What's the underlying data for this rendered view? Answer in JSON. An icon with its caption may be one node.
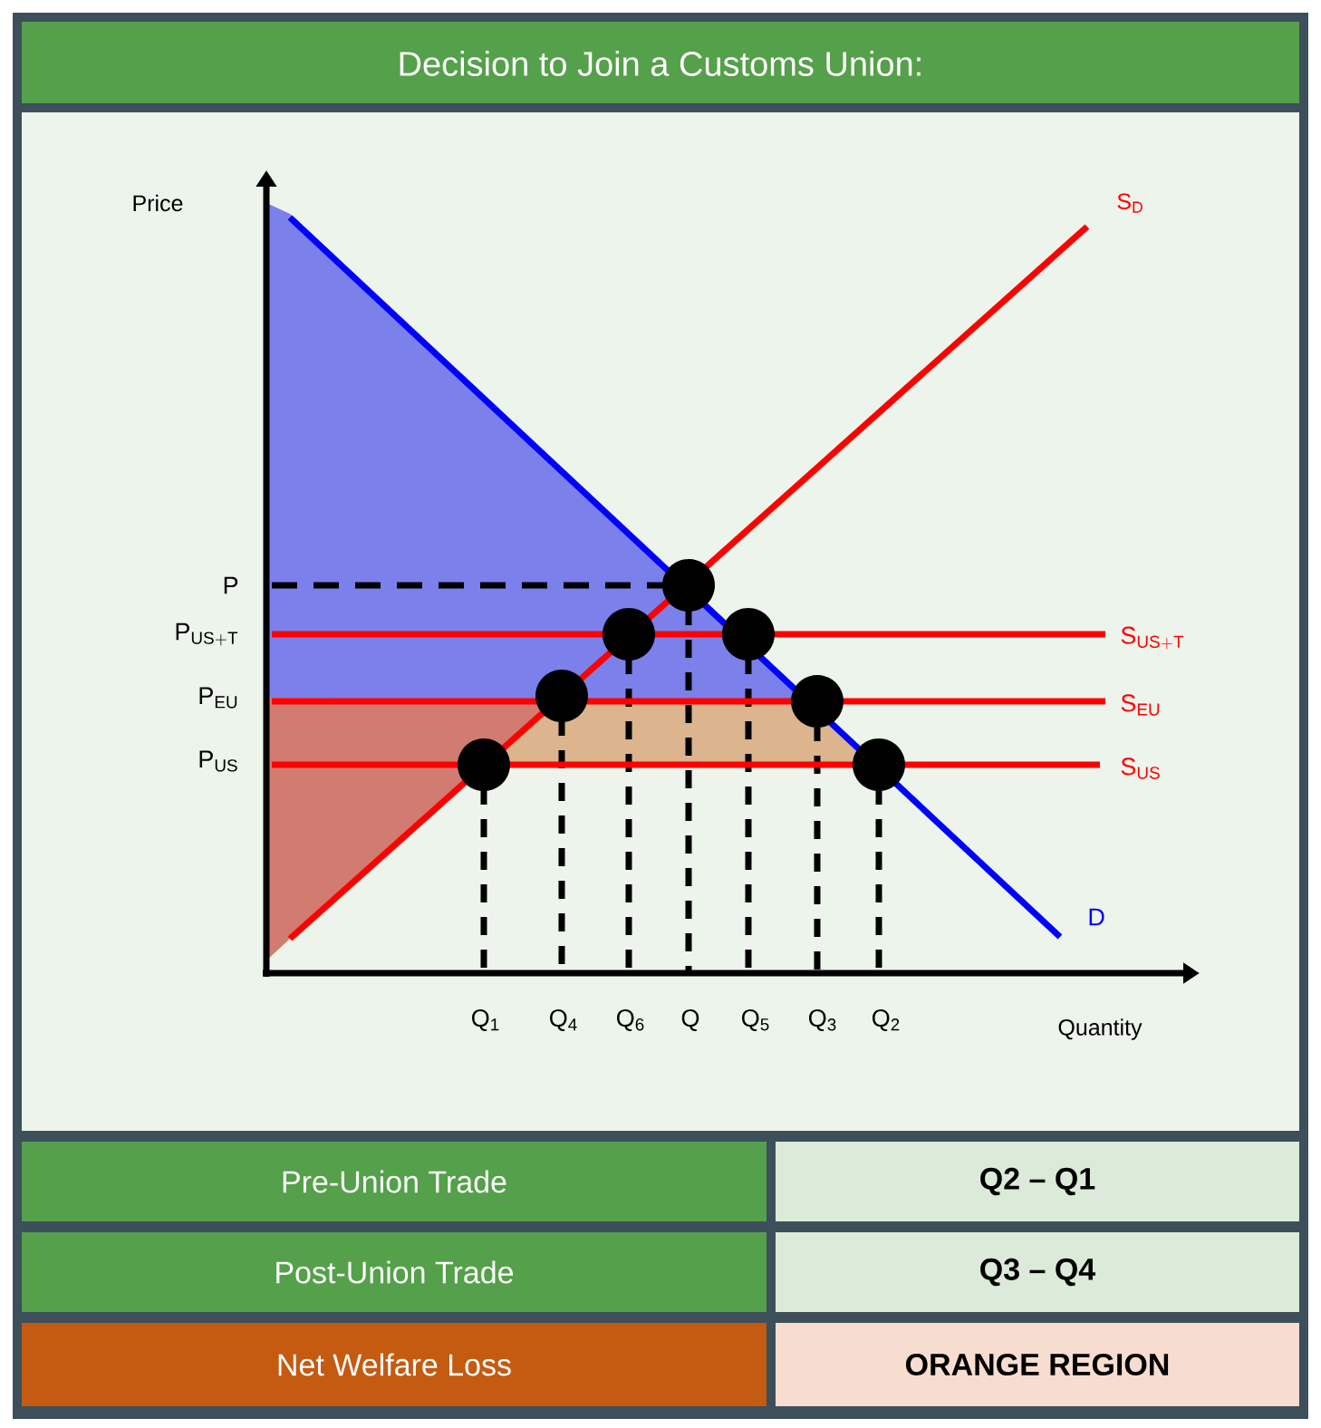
{
  "diagram": {
    "title": "Decision to Join a Customs Union:",
    "labels": [
      "Price",
      "S$_{D}$",
      "P",
      "\\mathrm{P}_{\\mathrm{US+T}}",
      "\\mathrm{S}_{\\mathrm{US+T}}",
      "P$_{EU}$",
      "S$_{EU}$",
      "P$_{US}$",
      "S$_{US}$",
      "D",
      "Q$_{1}$",
      "Q$_{4}$",
      "Q$_{6}$",
      "Q",
      "Q$_{5}$",
      "Q$_{3}$",
      "Q$_{2}$",
      "Quantity",
      "Pre-Union Trade",
      "Q2 – Q1",
      "Post-Union Trade",
      "Q3 – Q4",
      "Net Welfare Loss",
      "ORANGE REGION"
    ]
  }
}
